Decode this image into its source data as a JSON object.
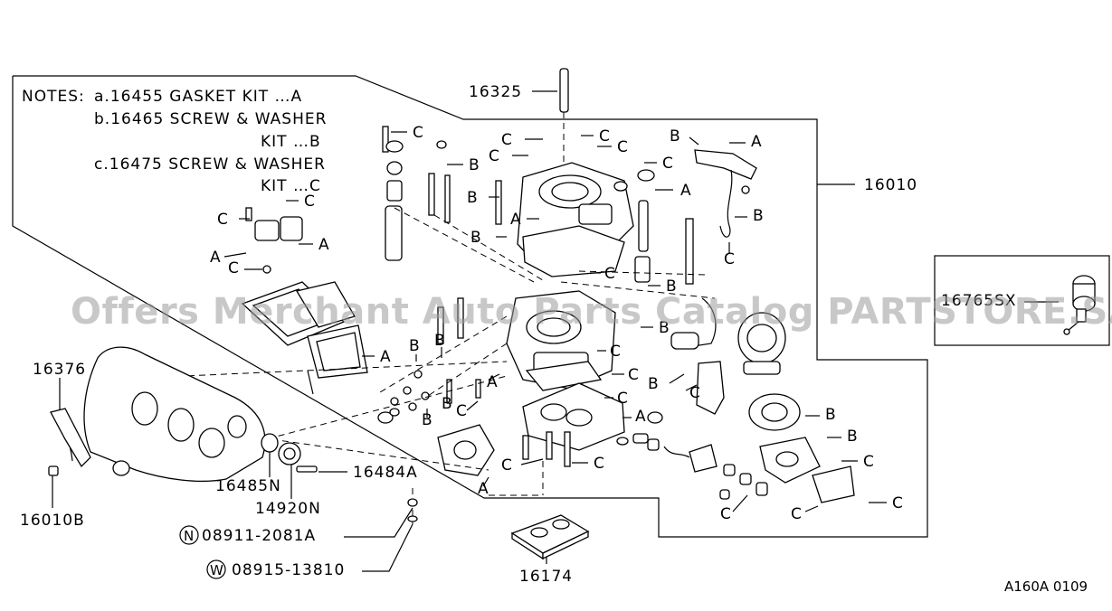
{
  "notes": {
    "heading": "NOTES:",
    "a": "a.16455 GASKET KIT …A",
    "b1": "b.16465 SCREW & WASHER",
    "b2": "KIT …B",
    "c1": "c.16475 SCREW & WASHER",
    "c2": "KIT …C"
  },
  "part_numbers": {
    "carb_assy": "16010",
    "pin": "16325",
    "actuator": "16765SX",
    "linkage": "16376",
    "bracket": "16010B",
    "insulator": "16485N",
    "joint": "14920N",
    "bolt": "16484A",
    "nut_symbol": "N",
    "nut": "08911-2081A",
    "washer_symbol": "W",
    "washer": "08915-13810",
    "spacer": "16174"
  },
  "callouts": {
    "a": "A",
    "b": "B",
    "c": "C"
  },
  "watermark": "Offers Merchant Auto Parts Catalog PARTSTORE.SA",
  "figure_code": "A160A 0109"
}
